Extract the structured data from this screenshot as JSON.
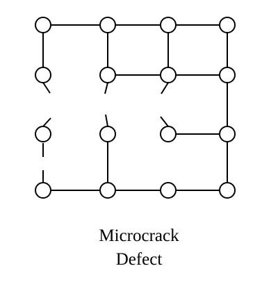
{
  "caption": {
    "line1": "Microcrack",
    "line2": "Defect"
  },
  "colors": {
    "stroke": "#000000",
    "node_fill": "#ffffff"
  },
  "lattice": {
    "columns": 4,
    "rows": 4,
    "bonds": [
      {
        "from": [
          0,
          0
        ],
        "to": [
          1,
          0
        ]
      },
      {
        "from": [
          1,
          0
        ],
        "to": [
          2,
          0
        ]
      },
      {
        "from": [
          2,
          0
        ],
        "to": [
          3,
          0
        ]
      },
      {
        "from": [
          0,
          0
        ],
        "to": [
          0,
          1
        ]
      },
      {
        "from": [
          1,
          0
        ],
        "to": [
          1,
          1
        ]
      },
      {
        "from": [
          2,
          0
        ],
        "to": [
          2,
          1
        ]
      },
      {
        "from": [
          3,
          0
        ],
        "to": [
          3,
          1
        ]
      },
      {
        "from": [
          1,
          1
        ],
        "to": [
          2,
          1
        ]
      },
      {
        "from": [
          2,
          1
        ],
        "to": [
          3,
          1
        ]
      },
      {
        "from": [
          3,
          1
        ],
        "to": [
          3,
          2
        ]
      },
      {
        "from": [
          2,
          2
        ],
        "to": [
          3,
          2
        ]
      },
      {
        "from": [
          3,
          2
        ],
        "to": [
          3,
          3
        ]
      },
      {
        "from": [
          1,
          2
        ],
        "to": [
          1,
          3
        ]
      },
      {
        "from": [
          0,
          3
        ],
        "to": [
          1,
          3
        ]
      },
      {
        "from": [
          1,
          3
        ],
        "to": [
          2,
          3
        ]
      },
      {
        "from": [
          2,
          3
        ],
        "to": [
          3,
          3
        ]
      }
    ]
  }
}
